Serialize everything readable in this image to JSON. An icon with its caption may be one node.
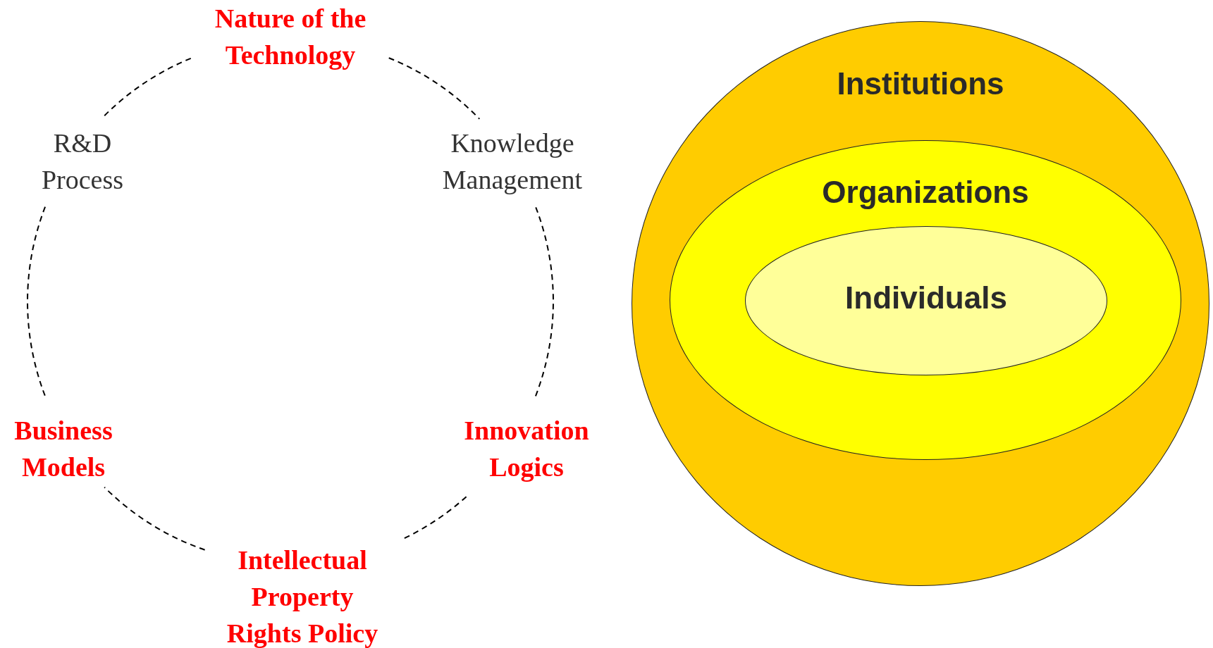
{
  "diagram": {
    "nodes": [
      {
        "text": [
          "Nature of the Technology"
        ]
      },
      {
        "text": [
          "Knowledge Management"
        ]
      },
      {
        "text": [
          "Innovation Logics"
        ]
      },
      {
        "text": [
          "Intellectual Property Rights Policy"
        ]
      },
      {
        "text": [
          "Business Models"
        ]
      },
      {
        "text": [
          "R&D Process"
        ]
      },
      {
        "text": [
          "Institutions"
        ]
      },
      {
        "text": [
          "Organizations"
        ],
        "in": 6
      },
      {
        "text": [
          "Individuals"
        ],
        "in": 7
      }
    ],
    "edges": [
      {
        "from": 0,
        "to": 1,
        "arrow": "none",
        "style": "dashed"
      },
      {
        "from": 1,
        "to": 2,
        "arrow": "none",
        "style": "dashed"
      },
      {
        "from": 2,
        "to": 3,
        "arrow": "none",
        "style": "dashed"
      },
      {
        "from": 3,
        "to": 4,
        "arrow": "none",
        "style": "dashed"
      },
      {
        "from": 4,
        "to": 5,
        "arrow": "none",
        "style": "dashed"
      },
      {
        "from": 5,
        "to": 0,
        "arrow": "none",
        "style": "dashed"
      }
    ]
  }
}
